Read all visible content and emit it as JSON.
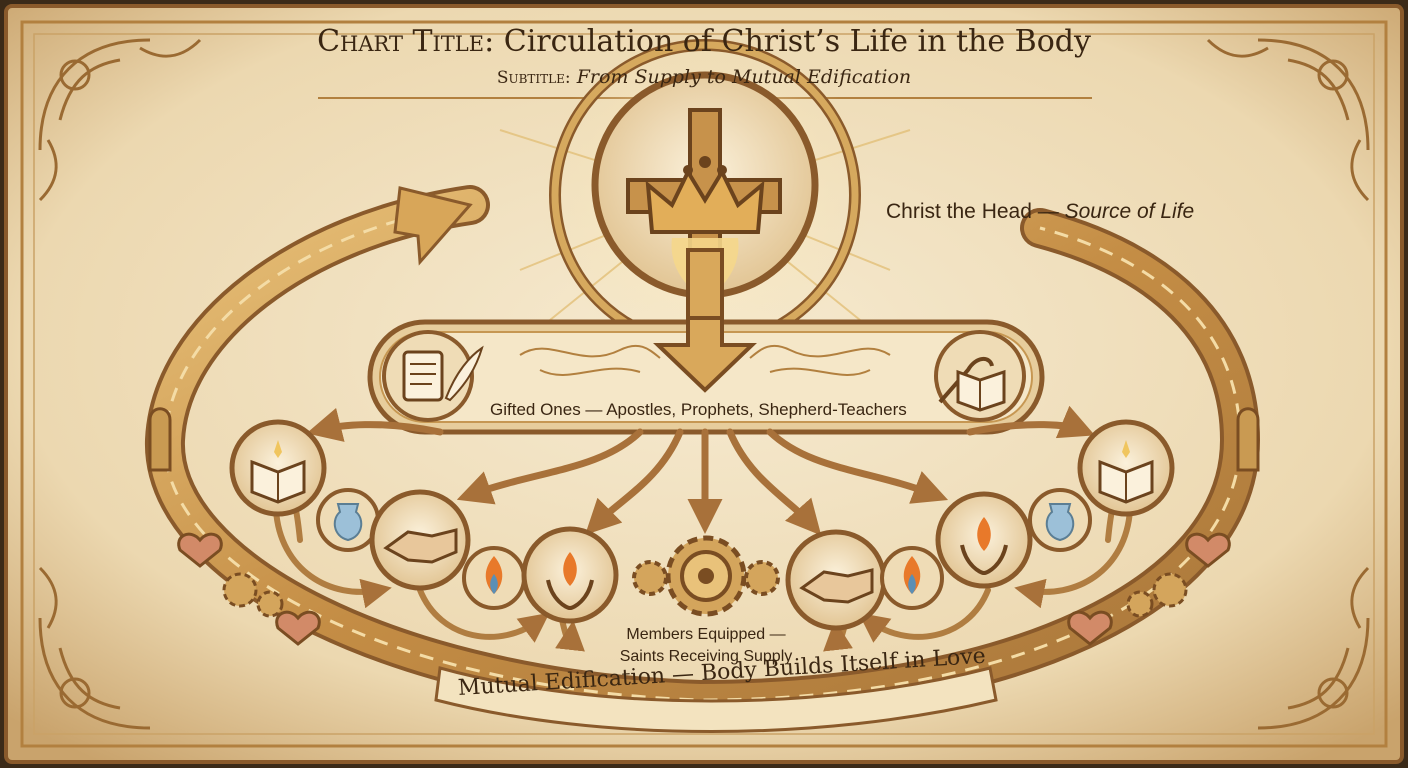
{
  "title": {
    "prefix": "Chart Title:",
    "text": "Circulation of Christ’s Life in the Body"
  },
  "subtitle": {
    "prefix": "Subtitle:",
    "text": "From Supply to Mutual Edification"
  },
  "nodes": {
    "head": {
      "label_main": "Christ the Head —",
      "label_em": "Source of Life",
      "icons": [
        "cross-icon",
        "crown-icon"
      ]
    },
    "gifted": {
      "label": "Gifted Ones — Apostles, Prophets, Shepherd-Teachers",
      "icons": [
        "scroll-quill-icon",
        "staff-bible-icon"
      ]
    },
    "members": {
      "line1": "Members Equipped —",
      "line2": "Saints Receiving Supply",
      "icons": [
        "bible-icon",
        "water-jar-icon",
        "handshake-icon",
        "flame-icon",
        "hands-flame-icon",
        "gear-icon"
      ]
    },
    "mutual": {
      "label": "Mutual Edification — Body Builds Itself in Love"
    }
  },
  "decor_icons": [
    "heart-icon",
    "gear-icon",
    "church-window-icon",
    "flourish-icon"
  ],
  "colors": {
    "parchment": "#f1e3c4",
    "gold": "#c99a52",
    "bronze": "#8a5a2b",
    "ink": "#3a2612",
    "flame": "#e8792a",
    "water": "#5b8fb5"
  }
}
